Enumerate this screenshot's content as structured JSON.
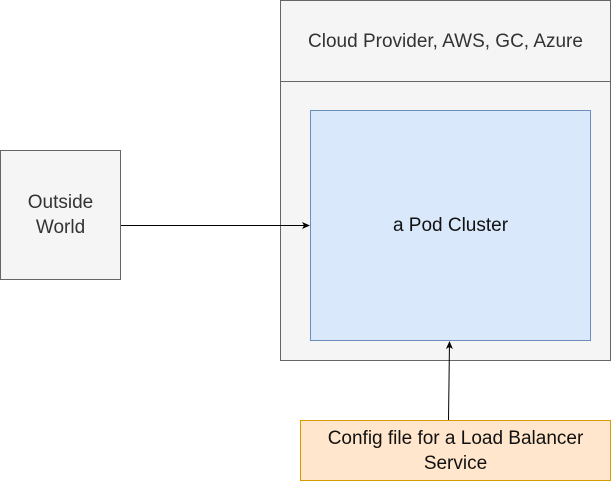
{
  "diagram": {
    "nodes": {
      "cloud_provider": {
        "label": "Cloud Provider, AWS, GC, Azure",
        "fill": "#f5f5f5",
        "stroke": "#666666"
      },
      "pod_cluster": {
        "label": "a Pod Cluster",
        "fill": "#dae8fc",
        "stroke": "#6c8ebf"
      },
      "outside_world": {
        "label": "Outside World",
        "fill": "#f5f5f5",
        "stroke": "#666666"
      },
      "config_file": {
        "label": "Config file for a Load Balancer Service",
        "fill": "#ffe6cc",
        "stroke": "#d79b00"
      }
    },
    "edges": [
      {
        "from": "outside_world",
        "to": "pod_cluster"
      },
      {
        "from": "config_file",
        "to": "pod_cluster"
      }
    ]
  }
}
